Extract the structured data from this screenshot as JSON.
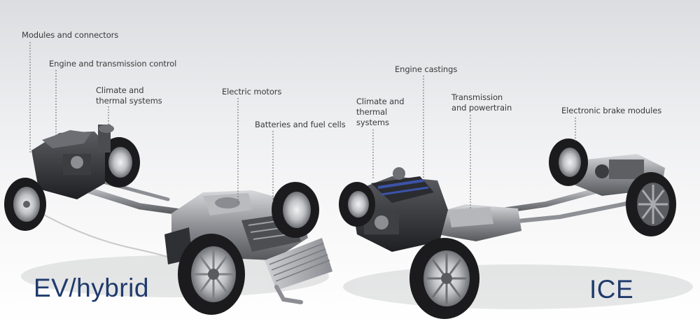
{
  "groups": {
    "ev": {
      "title": "EV/hybrid",
      "callouts": [
        "Modules and connectors",
        "Engine and transmission control",
        "Climate and\nthermal systems",
        "Electric motors",
        "Batteries and fuel cells"
      ]
    },
    "ice": {
      "title": "ICE",
      "callouts": [
        "Engine castings",
        "Climate and\nthermal\nsystems",
        "Transmission\nand powertrain",
        "Electronic brake modules"
      ]
    }
  },
  "colors": {
    "title": "#1f3a6b",
    "label": "#3a3a3a",
    "leader": "#6a6a6a",
    "chassis_metal": "#9a9ca0",
    "tire": "#1b1b1d",
    "ice_engine_accent": "#3c53a8"
  }
}
